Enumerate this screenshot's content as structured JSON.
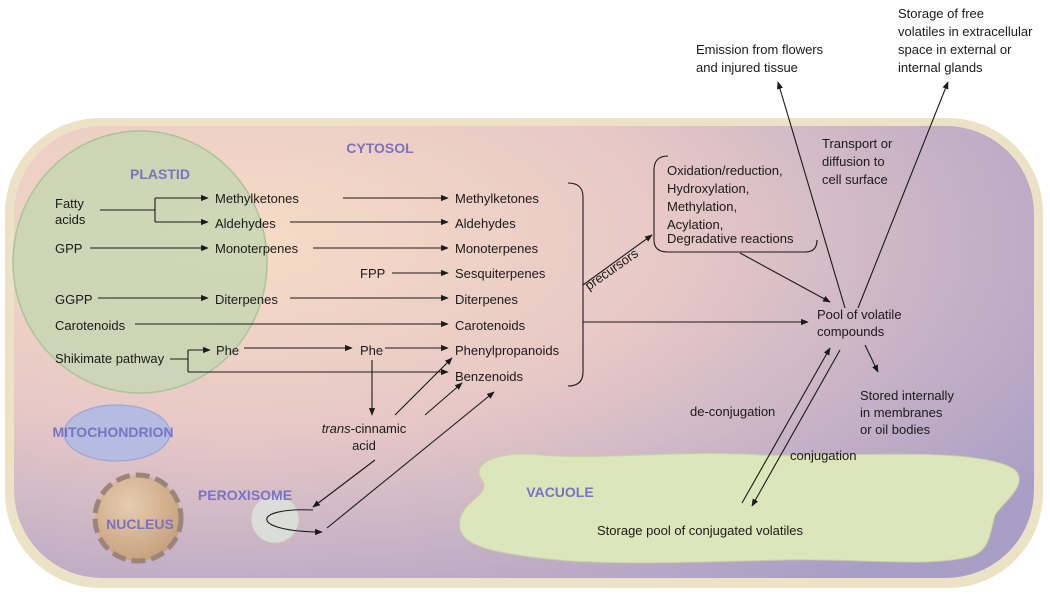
{
  "organelles": {
    "cytosol": "CYTOSOL",
    "plastid": "PLASTID",
    "mitochondrion": "MITOCHONDRION",
    "nucleus": "NUCLEUS",
    "peroxisome": "PEROXISOME",
    "vacuole": "VACUOLE"
  },
  "plastid_compounds": {
    "fatty_acids_1": "Fatty",
    "fatty_acids_2": "acids",
    "gpp": "GPP",
    "ggpp": "GGPP",
    "carotenoids": "Carotenoids",
    "shikimate": "Shikimate pathway",
    "methylketones": "Methylketones",
    "aldehydes": "Aldehydes",
    "monoterpenes": "Monoterpenes",
    "diterpenes": "Diterpenes",
    "phe": "Phe"
  },
  "cytosol_compounds": {
    "fpp": "FPP",
    "phe": "Phe",
    "trans_prefix": "trans",
    "cinnamic_1": "-cinnamic",
    "cinnamic_2": "acid"
  },
  "products": [
    "Methylketones",
    "Aldehydes",
    "Monoterpenes",
    "Sesquiterpenes",
    "Diterpenes",
    "Carotenoids",
    "Phenylpropanoids",
    "Benzenoids"
  ],
  "precursors_label": "precursors",
  "modifications": [
    "Oxidation/reduction,",
    "Hydroxylation,",
    "Methylation,",
    "Acylation,",
    "Degradative reactions"
  ],
  "pool": [
    "Pool of volatile",
    "compounds"
  ],
  "transport": [
    "Transport or",
    "diffusion to",
    "cell surface"
  ],
  "emission": [
    "Emission from flowers",
    "and injured tissue"
  ],
  "storage_free": [
    "Storage of free",
    "volatiles in extracellular",
    "space in external or",
    "internal glands"
  ],
  "stored_internally": [
    "Stored internally",
    "in membranes",
    "or oil bodies"
  ],
  "de_conjugation": "de-conjugation",
  "conjugation": "conjugation",
  "storage_conjugated": "Storage pool of conjugated volatiles"
}
